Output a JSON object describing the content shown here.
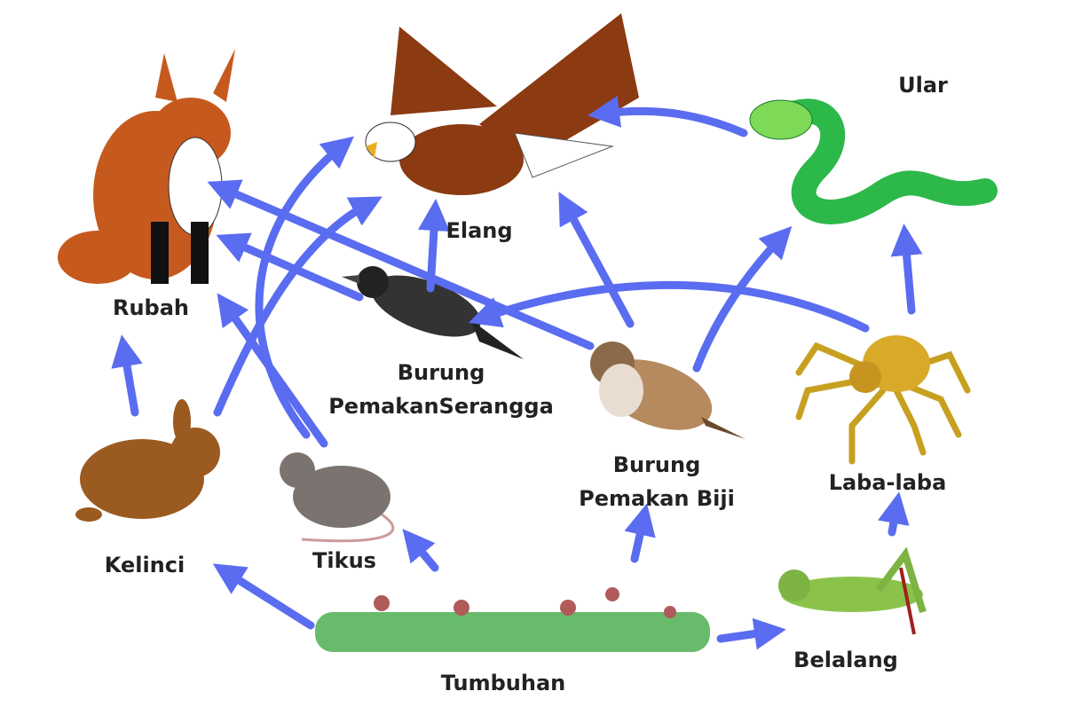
{
  "arrow_color": "#5a6cf0",
  "organisms": {
    "rubah": "Rubah",
    "elang": "Elang",
    "ular": "Ular",
    "burung_serangga_1": "Burung",
    "burung_serangga_2": "PemakanSerangga",
    "burung_biji_1": "Burung",
    "burung_biji_2": "Pemakan Biji",
    "laba": "Laba-laba",
    "kelinci": "Kelinci",
    "tikus": "Tikus",
    "belalang": "Belalang",
    "tumbuhan": "Tumbuhan"
  },
  "links": [
    {
      "from": "Tumbuhan",
      "to": "Kelinci"
    },
    {
      "from": "Tumbuhan",
      "to": "Tikus"
    },
    {
      "from": "Tumbuhan",
      "to": "Burung Pemakan Biji"
    },
    {
      "from": "Tumbuhan",
      "to": "Belalang"
    },
    {
      "from": "Belalang",
      "to": "Laba-laba"
    },
    {
      "from": "Kelinci",
      "to": "Rubah"
    },
    {
      "from": "Kelinci",
      "to": "Elang"
    },
    {
      "from": "Tikus",
      "to": "Rubah"
    },
    {
      "from": "Tikus",
      "to": "Elang"
    },
    {
      "from": "Burung PemakanSerangga",
      "to": "Rubah"
    },
    {
      "from": "Burung PemakanSerangga",
      "to": "Elang"
    },
    {
      "from": "Burung Pemakan Biji",
      "to": "Rubah"
    },
    {
      "from": "Burung Pemakan Biji",
      "to": "Elang"
    },
    {
      "from": "Burung Pemakan Biji",
      "to": "Ular"
    },
    {
      "from": "Laba-laba",
      "to": "Burung PemakanSerangga"
    },
    {
      "from": "Laba-laba",
      "to": "Ular"
    },
    {
      "from": "Ular",
      "to": "Elang"
    }
  ]
}
